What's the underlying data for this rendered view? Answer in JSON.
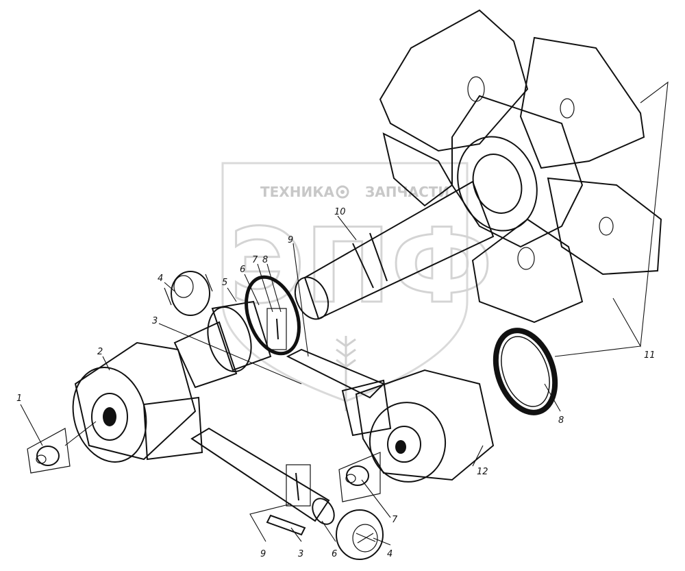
{
  "watermark": {
    "text_left": "ТЕХНИКА",
    "text_right": "ЗАПЧАСТИ",
    "logo_letters": "ЭПФ",
    "logo_icon": "gear-icon"
  },
  "callouts": [
    {
      "id": "c1",
      "label": "1"
    },
    {
      "id": "c2",
      "label": "2"
    },
    {
      "id": "c3a",
      "label": "3"
    },
    {
      "id": "c4a",
      "label": "4"
    },
    {
      "id": "c5",
      "label": "5"
    },
    {
      "id": "c6a",
      "label": "6"
    },
    {
      "id": "c7a",
      "label": "7"
    },
    {
      "id": "c8a",
      "label": "8"
    },
    {
      "id": "c9a",
      "label": "9"
    },
    {
      "id": "c10",
      "label": "10"
    },
    {
      "id": "c11",
      "label": "11"
    },
    {
      "id": "c8b",
      "label": "8"
    },
    {
      "id": "c12",
      "label": "12"
    },
    {
      "id": "c7b",
      "label": "7"
    },
    {
      "id": "c9b",
      "label": "9"
    },
    {
      "id": "c3b",
      "label": "3"
    },
    {
      "id": "c6b",
      "label": "6"
    },
    {
      "id": "c4b",
      "label": "4"
    }
  ],
  "colors": {
    "ink": "#111111",
    "watermark": "#c8c8c8",
    "paper": "#ffffff"
  }
}
